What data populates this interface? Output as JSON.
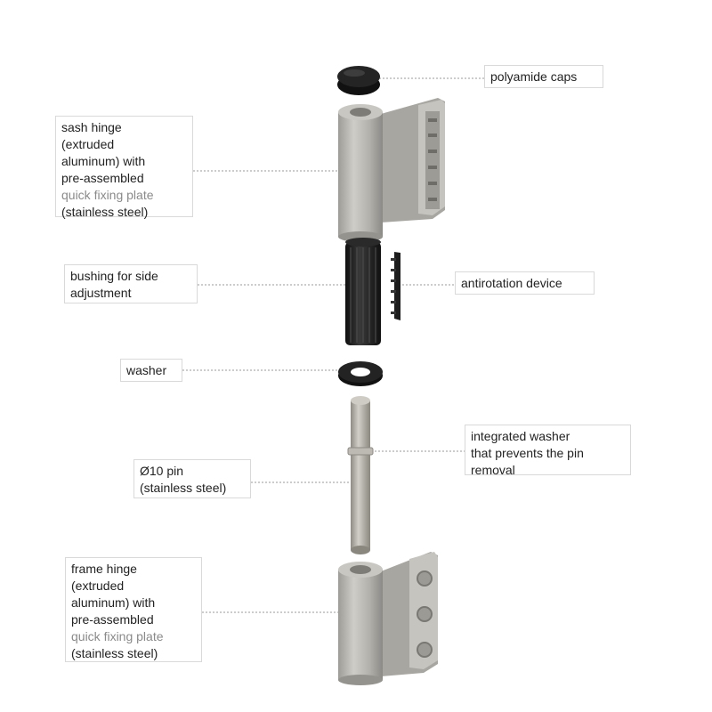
{
  "labels": {
    "caps": {
      "lines": [
        "polyamide caps"
      ]
    },
    "sash_hinge": {
      "lines": [
        "sash hinge",
        "(extruded",
        "aluminum) with",
        "pre-assembled"
      ],
      "muted": "quick fixing plate",
      "tail": "(stainless steel)"
    },
    "bushing": {
      "lines": [
        "bushing for side",
        "adjustment"
      ]
    },
    "antirotation": {
      "lines": [
        "antirotation device"
      ]
    },
    "washer": {
      "lines": [
        "washer"
      ]
    },
    "integrated_washer": {
      "lines": [
        "integrated washer",
        "that prevents the pin",
        "removal"
      ]
    },
    "pin": {
      "lines": [
        "Ø10 pin",
        "(stainless steel)"
      ]
    },
    "frame_hinge": {
      "lines": [
        "frame hinge",
        "(extruded",
        "aluminum) with",
        "pre-assembled"
      ],
      "muted": "quick fixing plate",
      "tail": "(stainless steel)"
    }
  },
  "colors": {
    "aluminum": "#b9b7b2",
    "aluminum_dark": "#8f8d88",
    "black_part": "#1c1c1c",
    "leader_line": "#9a9a9a",
    "label_border": "#d9d9d9",
    "muted_text": "#8a8a8a"
  }
}
